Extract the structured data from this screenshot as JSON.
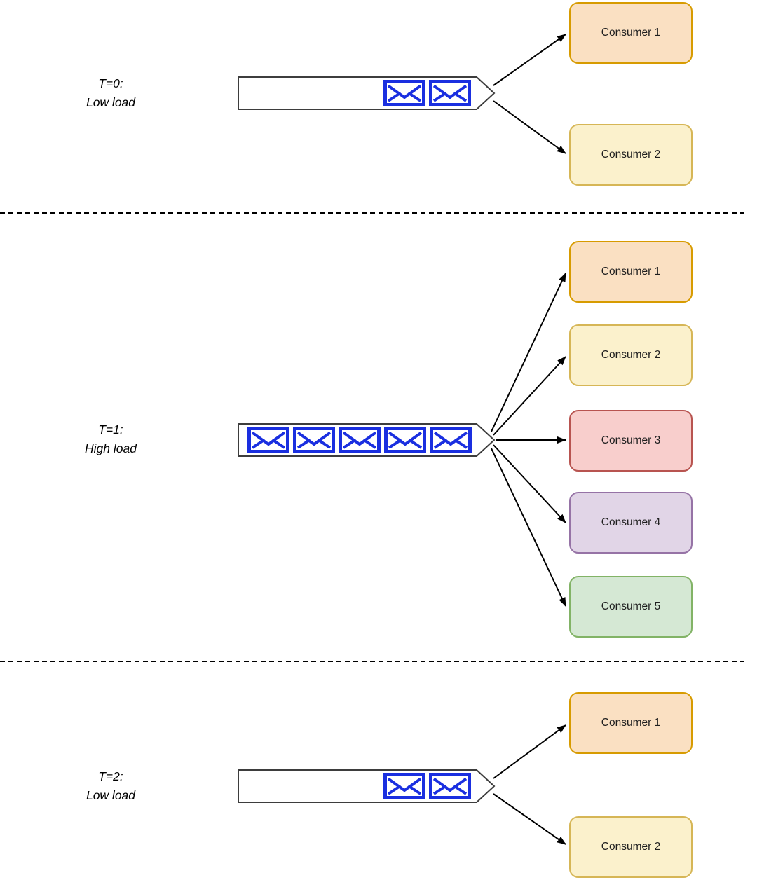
{
  "colors": {
    "message_blue": "#1A2FE0",
    "queue_outline": "#3D3D3D",
    "arrow_black": "#000000",
    "divider_black": "#000000"
  },
  "sections": [
    {
      "time_label": "T=0:",
      "load_label": "Low load",
      "queue": {
        "message_count": 2,
        "message_icon": "envelope-icon",
        "fill_side": "right"
      },
      "consumers": [
        {
          "label": "Consumer 1",
          "fill": "#FAE0C2",
          "border": "#D79B00"
        },
        {
          "label": "Consumer 2",
          "fill": "#FBF1CC",
          "border": "#D6B656"
        }
      ]
    },
    {
      "time_label": "T=1:",
      "load_label": "High load",
      "queue": {
        "message_count": 5,
        "message_icon": "envelope-icon",
        "fill_side": "left"
      },
      "consumers": [
        {
          "label": "Consumer 1",
          "fill": "#FAE0C2",
          "border": "#D79B00"
        },
        {
          "label": "Consumer 2",
          "fill": "#FBF1CC",
          "border": "#D6B656"
        },
        {
          "label": "Consumer 3",
          "fill": "#F8CECC",
          "border": "#B85450"
        },
        {
          "label": "Consumer 4",
          "fill": "#E1D5E7",
          "border": "#9673A6"
        },
        {
          "label": "Consumer 5",
          "fill": "#D5E8D4",
          "border": "#82B366"
        }
      ]
    },
    {
      "time_label": "T=2:",
      "load_label": "Low load",
      "queue": {
        "message_count": 2,
        "message_icon": "envelope-icon",
        "fill_side": "right"
      },
      "consumers": [
        {
          "label": "Consumer 1",
          "fill": "#FAE0C2",
          "border": "#D79B00"
        },
        {
          "label": "Consumer 2",
          "fill": "#FBF1CC",
          "border": "#D6B656"
        }
      ]
    }
  ]
}
